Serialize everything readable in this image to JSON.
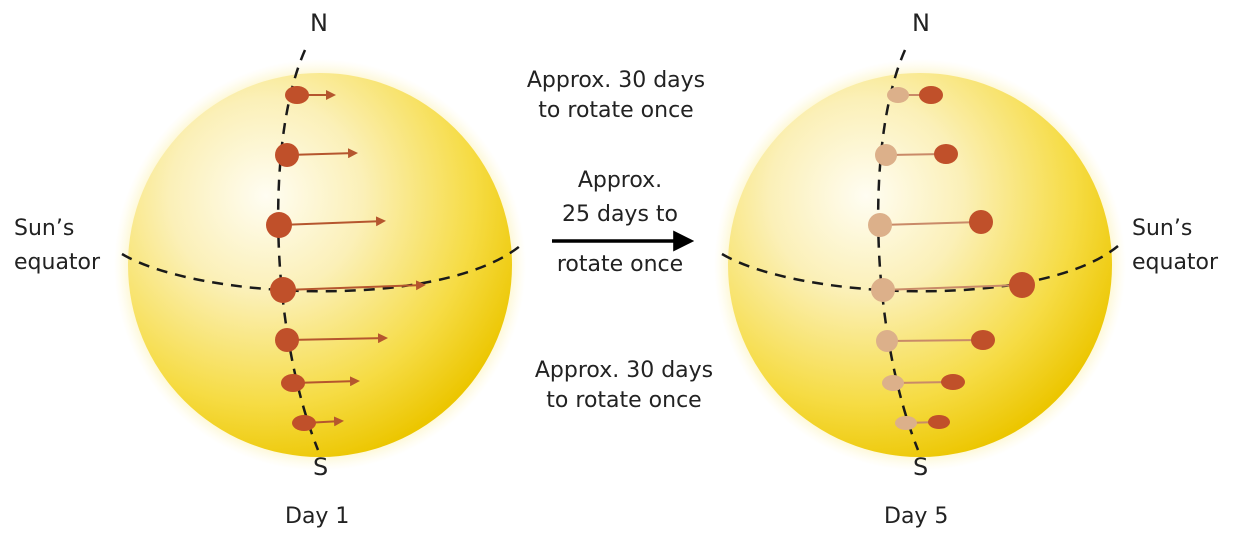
{
  "left_sun": {
    "north": "N",
    "south": "S",
    "equator_label": [
      "Sun’s",
      "equator"
    ],
    "day_label": "Day 1"
  },
  "right_sun": {
    "north": "N",
    "south": "S",
    "equator_label": [
      "Sun’s",
      "equator"
    ],
    "day_label": "Day 5"
  },
  "center": {
    "top_note": [
      "Approx. 30 days",
      "to rotate once"
    ],
    "middle_note": [
      "Approx.",
      "25 days to",
      "rotate once"
    ],
    "bottom_note": [
      "Approx. 30 days",
      "to rotate once"
    ]
  },
  "colors": {
    "sun_core": "#fffbe8",
    "sun_mid": "#f8e680",
    "sun_edge": "#e8c400",
    "spot": "#c0502a",
    "spot_faded": "#dcb08a",
    "arrow": "#b5562e",
    "dashed_line": "#1a1a1a"
  }
}
